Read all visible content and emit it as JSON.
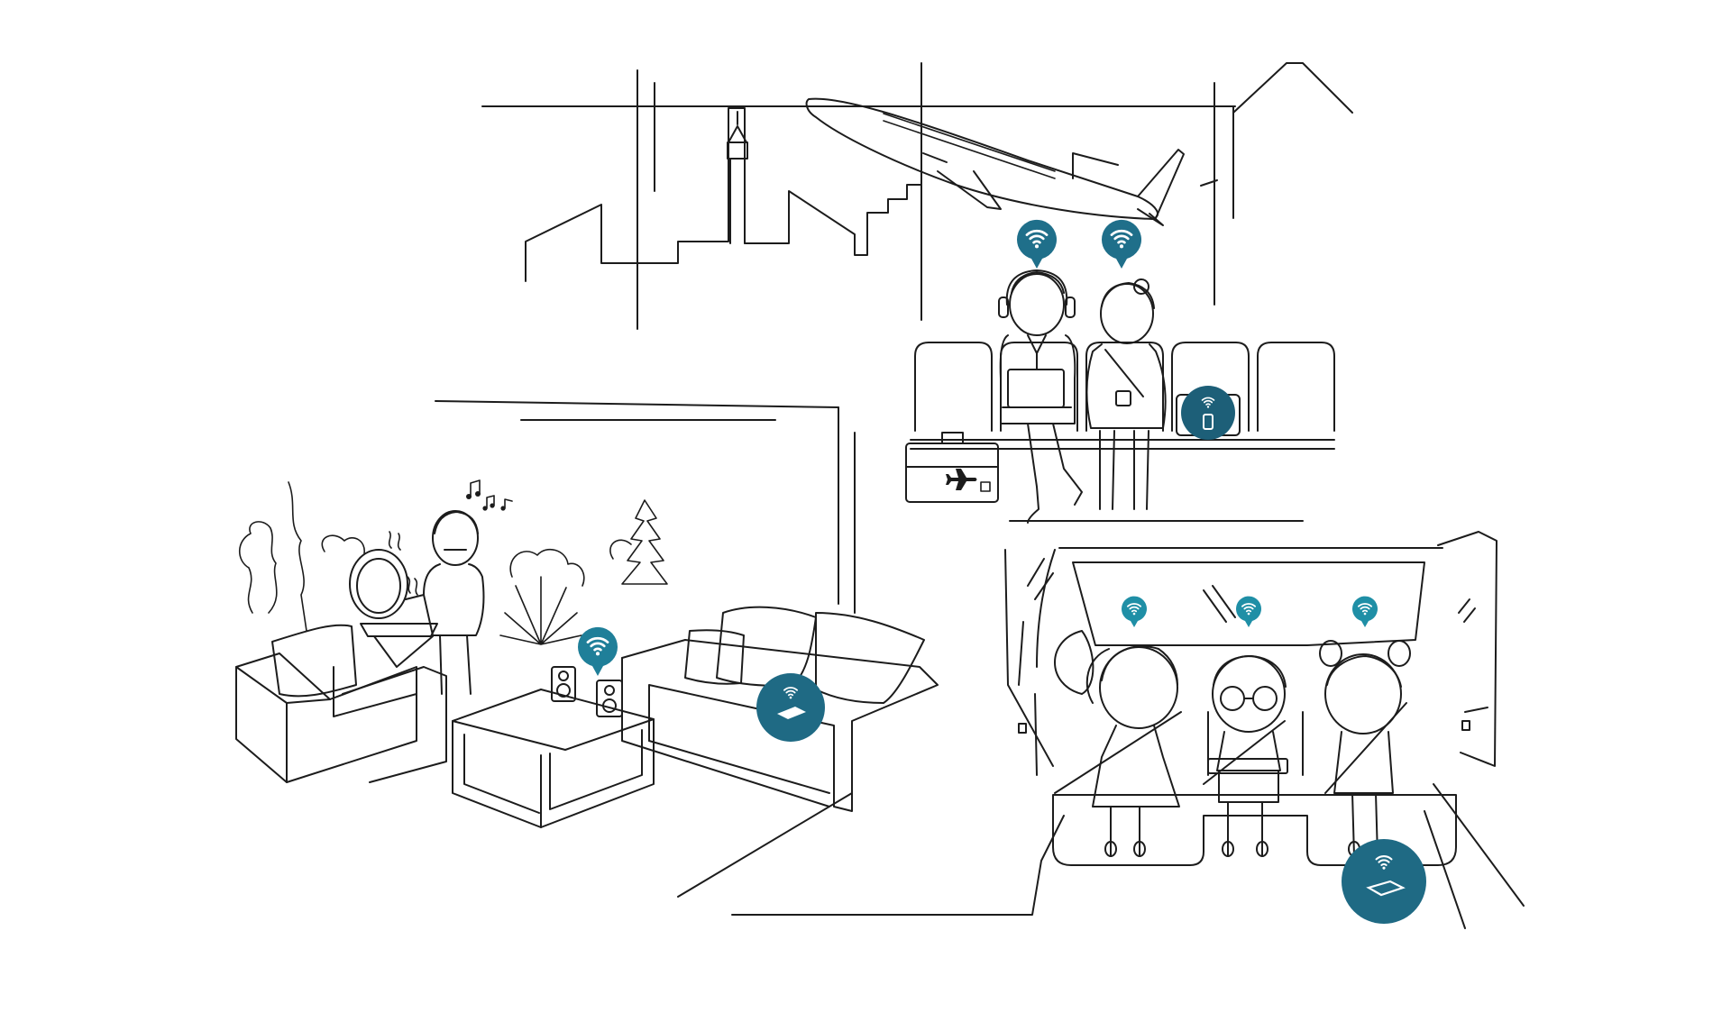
{
  "colors": {
    "background": "#ffffff",
    "line": "#1c1c1c",
    "bubble_light": "#1f8fa6",
    "bubble_dark": "#1d5f78",
    "router_disc": "#1f6a84"
  },
  "icons": {
    "wifi": "wifi-icon",
    "router": "router-icon",
    "plane": "airplane-icon",
    "music": "music-note-icon"
  },
  "scenes": [
    "city-airport",
    "backyard-patio",
    "car-interior"
  ]
}
